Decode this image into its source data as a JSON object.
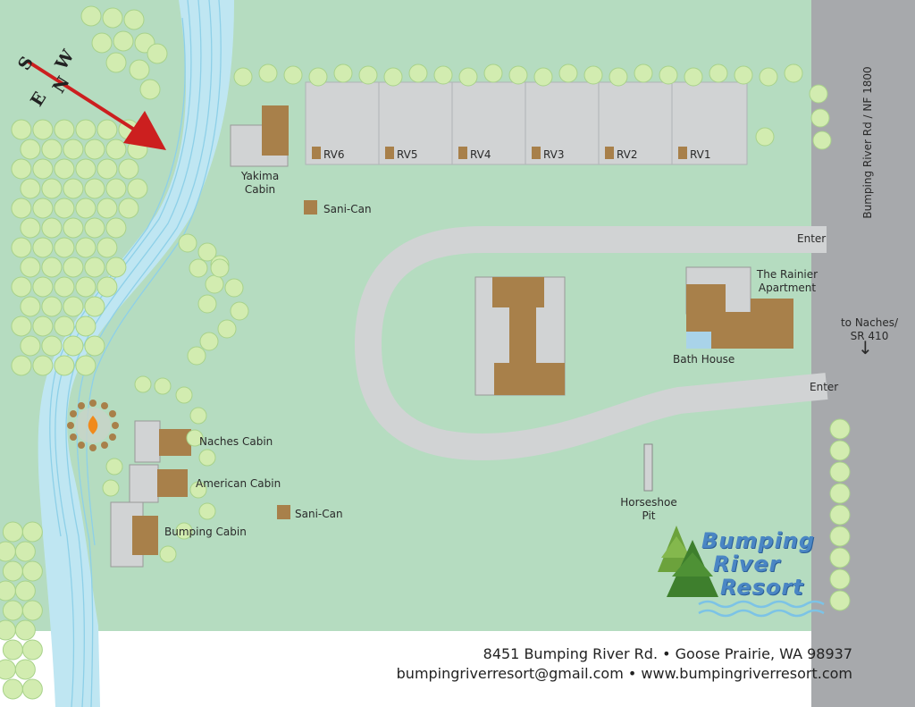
{
  "road": {
    "name": "Bumping River Rd / NF 1800",
    "direction_note": "to Naches/\nSR 410"
  },
  "compass": {
    "north": "N",
    "south": "S",
    "east": "E",
    "west": "W"
  },
  "entrances": {
    "top": "Enter",
    "bottom": "Enter"
  },
  "rv_sites": [
    "RV6",
    "RV5",
    "RV4",
    "RV3",
    "RV2",
    "RV1"
  ],
  "buildings": {
    "yakima": "Yakima\nCabin",
    "rainier": "The Rainier\nApartment",
    "bath_house": "Bath House",
    "naches": "Naches Cabin",
    "american": "American Cabin",
    "bumping": "Bumping Cabin"
  },
  "sani_can_1": "Sani-Can",
  "sani_can_2": "Sani-Can",
  "horseshoe": "Horseshoe\nPit",
  "brand": {
    "line1": "Bumping",
    "line2": "River",
    "line3": "Resort"
  },
  "footer": {
    "address": "8451 Bumping River Rd. • Goose Prairie, WA 98937",
    "contact": "bumpingriverresort@gmail.com • www.bumpingriverresort.com"
  },
  "colors": {
    "grass": "#b5dcc0",
    "road": "#a7a9ac",
    "driveway": "#d1d3d4",
    "building": "#a8804a",
    "river": "#bfe6f2",
    "river_lines": "#8ed0e8",
    "tree": "#d2ecb0",
    "tree_edge": "#a8d28a",
    "arrow": "#cc1f1f",
    "brand": "#4a86c4"
  }
}
